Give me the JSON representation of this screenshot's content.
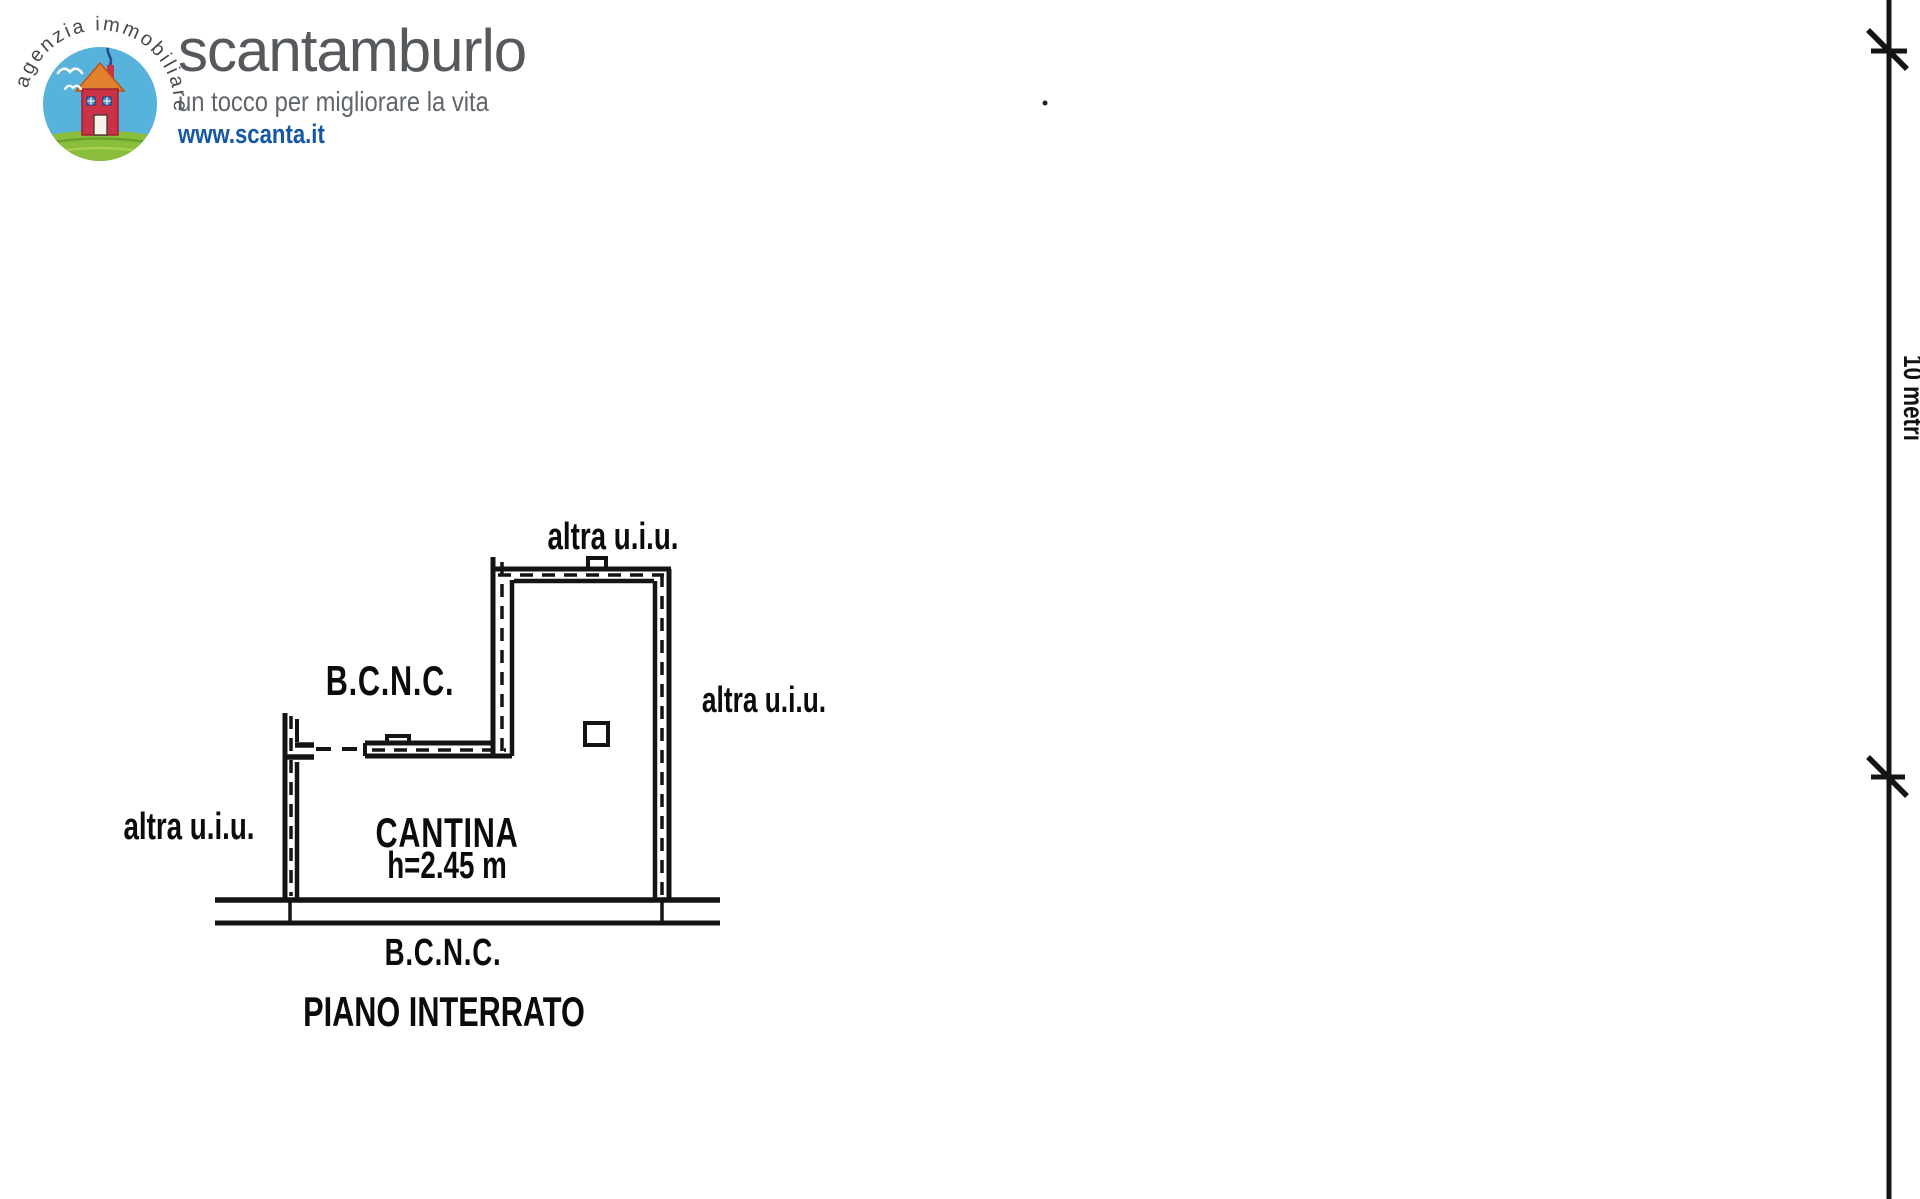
{
  "header": {
    "logo": {
      "arc_text": "agenzia immobiliare",
      "colors": {
        "sky_blue": "#57b3dc",
        "grass_green": "#8cbe3e",
        "house_red": "#c93247",
        "roof_orange": "#e2822e",
        "smoke_blue": "#2c4a8a",
        "arc_text_gray": "#46494e"
      }
    },
    "brand": "scantamburlo",
    "tagline": "un tocco per migliorare la vita",
    "website": "www.scanta.it",
    "brand_color": "#55585c",
    "website_color": "#1457a7"
  },
  "floor_plan": {
    "labels": {
      "altra_top": "altra u.i.u.",
      "altra_right": "altra u.i.u.",
      "altra_left": "altra u.i.u.",
      "bcnc_upper": "B.C.N.C.",
      "room_name": "CANTINA",
      "room_height": "h=2.45 m",
      "bcnc_lower": "B.C.N.C.",
      "floor_title": "PIANO INTERRATO"
    }
  },
  "scale_bar": {
    "label": "10 metri"
  }
}
